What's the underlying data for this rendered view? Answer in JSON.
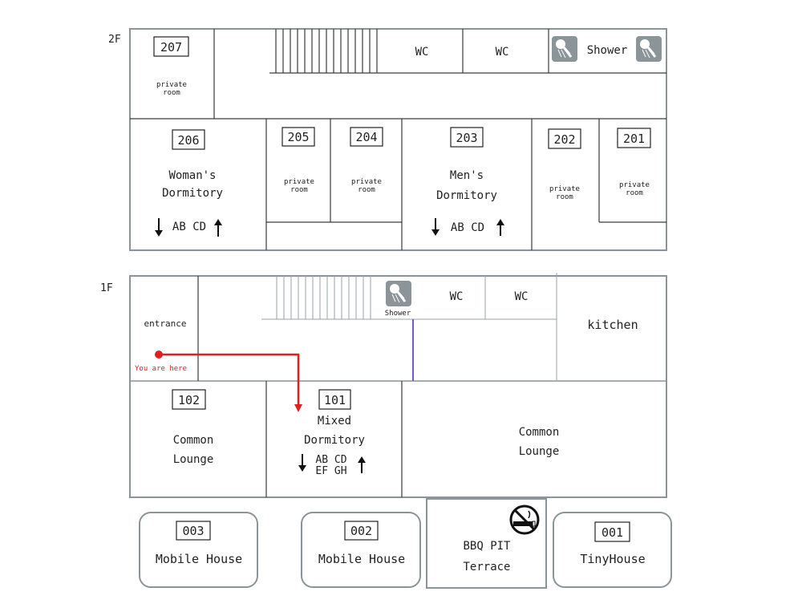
{
  "floors": {
    "f2": "2F",
    "f1": "1F"
  },
  "rooms2": {
    "r207": {
      "num": "207",
      "l1": "private",
      "l2": "room"
    },
    "r206": {
      "num": "206",
      "l1": "Woman's",
      "l2": "Dormitory",
      "beds": "AB CD"
    },
    "r205": {
      "num": "205",
      "l1": "private",
      "l2": "room"
    },
    "r204": {
      "num": "204",
      "l1": "private",
      "l2": "room"
    },
    "r203": {
      "num": "203",
      "l1": "Men's",
      "l2": "Dormitory",
      "beds": "AB CD"
    },
    "r202": {
      "num": "202",
      "l1": "private",
      "l2": "room"
    },
    "r201": {
      "num": "201",
      "l1": "private",
      "l2": "room"
    },
    "wc1": "WC",
    "wc2": "WC",
    "shower": "Shower"
  },
  "rooms1": {
    "entrance": "entrance",
    "you_are_here": "You are here",
    "shower": "Shower",
    "wc1": "WC",
    "wc2": "WC",
    "kitchen": "kitchen",
    "r102": {
      "num": "102",
      "l1": "Common",
      "l2": "Lounge"
    },
    "r101": {
      "num": "101",
      "l1": "Mixed",
      "l2": "Dormitory",
      "beds1": "AB CD",
      "beds2": "EF GH"
    },
    "lounge": {
      "l1": "Common",
      "l2": "Lounge"
    }
  },
  "outside": {
    "h003": {
      "num": "003",
      "label": "Mobile House"
    },
    "h002": {
      "num": "002",
      "label": "Mobile House"
    },
    "bbq": {
      "l1": "BBQ PIT",
      "l2": "Terrace"
    },
    "h001": {
      "num": "001",
      "label": "TinyHouse"
    }
  },
  "colors": {
    "route": "#e02020",
    "wall": "#8a9499",
    "divider": "#7a55c8",
    "icon_bg": "#8a9499"
  },
  "icons": [
    "shower-icon",
    "no-smoking-icon",
    "arrow-down-icon",
    "arrow-up-icon"
  ]
}
